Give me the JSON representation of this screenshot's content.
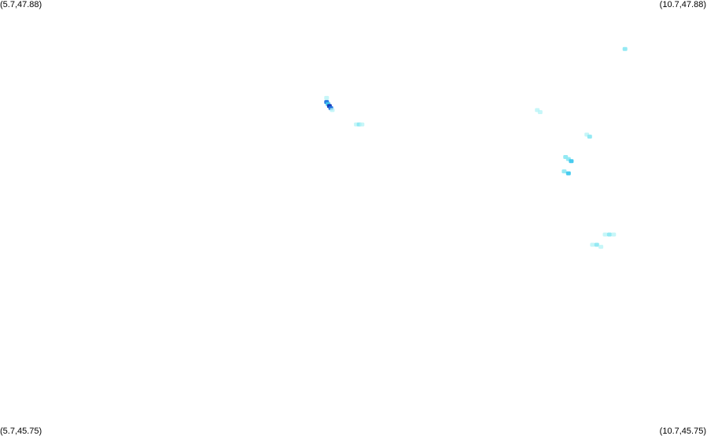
{
  "map": {
    "bounds": {
      "lon_min": 5.7,
      "lon_max": 10.7,
      "lat_min": 45.75,
      "lat_max": 47.88
    },
    "corner_labels": {
      "top_left": "(5.7,47.88)",
      "top_right": "(10.7,47.88)",
      "bottom_left": "(5.7,45.75)",
      "bottom_right": "(10.7,45.75)"
    },
    "colors": {
      "low": "#b8f4f6",
      "light": "#8ee8f2",
      "mid": "#3fc8ee",
      "high": "#1e74e0",
      "peak": "#1034b8"
    },
    "clusters": [
      {
        "lon": 8.03,
        "lat": 47.37,
        "intensity": "peak",
        "cells": [
          {
            "lon": 8.01,
            "lat": 47.4,
            "level": "low"
          },
          {
            "lon": 8.01,
            "lat": 47.38,
            "level": "high"
          },
          {
            "lon": 8.02,
            "lat": 47.37,
            "level": "mid"
          },
          {
            "lon": 8.03,
            "lat": 47.36,
            "level": "peak"
          },
          {
            "lon": 8.04,
            "lat": 47.35,
            "level": "high"
          },
          {
            "lon": 8.05,
            "lat": 47.34,
            "level": "low"
          }
        ]
      },
      {
        "lon": 8.24,
        "lat": 47.27,
        "intensity": "light",
        "cells": [
          {
            "lon": 8.22,
            "lat": 47.27,
            "level": "low"
          },
          {
            "lon": 8.24,
            "lat": 47.27,
            "level": "light"
          },
          {
            "lon": 8.26,
            "lat": 47.27,
            "level": "low"
          }
        ]
      },
      {
        "lon": 9.72,
        "lat": 47.1,
        "intensity": "mid",
        "cells": [
          {
            "lon": 9.7,
            "lat": 47.11,
            "level": "light"
          },
          {
            "lon": 9.72,
            "lat": 47.1,
            "level": "light"
          },
          {
            "lon": 9.74,
            "lat": 47.09,
            "level": "mid"
          }
        ]
      },
      {
        "lon": 9.71,
        "lat": 47.04,
        "intensity": "mid",
        "cells": [
          {
            "lon": 9.69,
            "lat": 47.04,
            "level": "light"
          },
          {
            "lon": 9.72,
            "lat": 47.03,
            "level": "mid"
          }
        ]
      },
      {
        "lon": 10.01,
        "lat": 46.73,
        "intensity": "light",
        "cells": [
          {
            "lon": 9.98,
            "lat": 46.73,
            "level": "low"
          },
          {
            "lon": 10.01,
            "lat": 46.73,
            "level": "light"
          },
          {
            "lon": 10.04,
            "lat": 46.73,
            "level": "low"
          }
        ]
      },
      {
        "lon": 9.92,
        "lat": 46.68,
        "intensity": "light",
        "cells": [
          {
            "lon": 9.89,
            "lat": 46.68,
            "level": "low"
          },
          {
            "lon": 9.92,
            "lat": 46.68,
            "level": "light"
          },
          {
            "lon": 9.95,
            "lat": 46.67,
            "level": "low"
          }
        ]
      },
      {
        "lon": 9.86,
        "lat": 47.22,
        "intensity": "low",
        "cells": [
          {
            "lon": 9.85,
            "lat": 47.22,
            "level": "low"
          },
          {
            "lon": 9.87,
            "lat": 47.21,
            "level": "light"
          }
        ]
      },
      {
        "lon": 9.51,
        "lat": 47.33,
        "intensity": "low",
        "cells": [
          {
            "lon": 9.5,
            "lat": 47.34,
            "level": "low"
          },
          {
            "lon": 9.52,
            "lat": 47.33,
            "level": "low"
          }
        ]
      },
      {
        "lon": 10.12,
        "lat": 47.64,
        "intensity": "low",
        "cells": [
          {
            "lon": 10.12,
            "lat": 47.64,
            "level": "light"
          }
        ]
      }
    ]
  }
}
